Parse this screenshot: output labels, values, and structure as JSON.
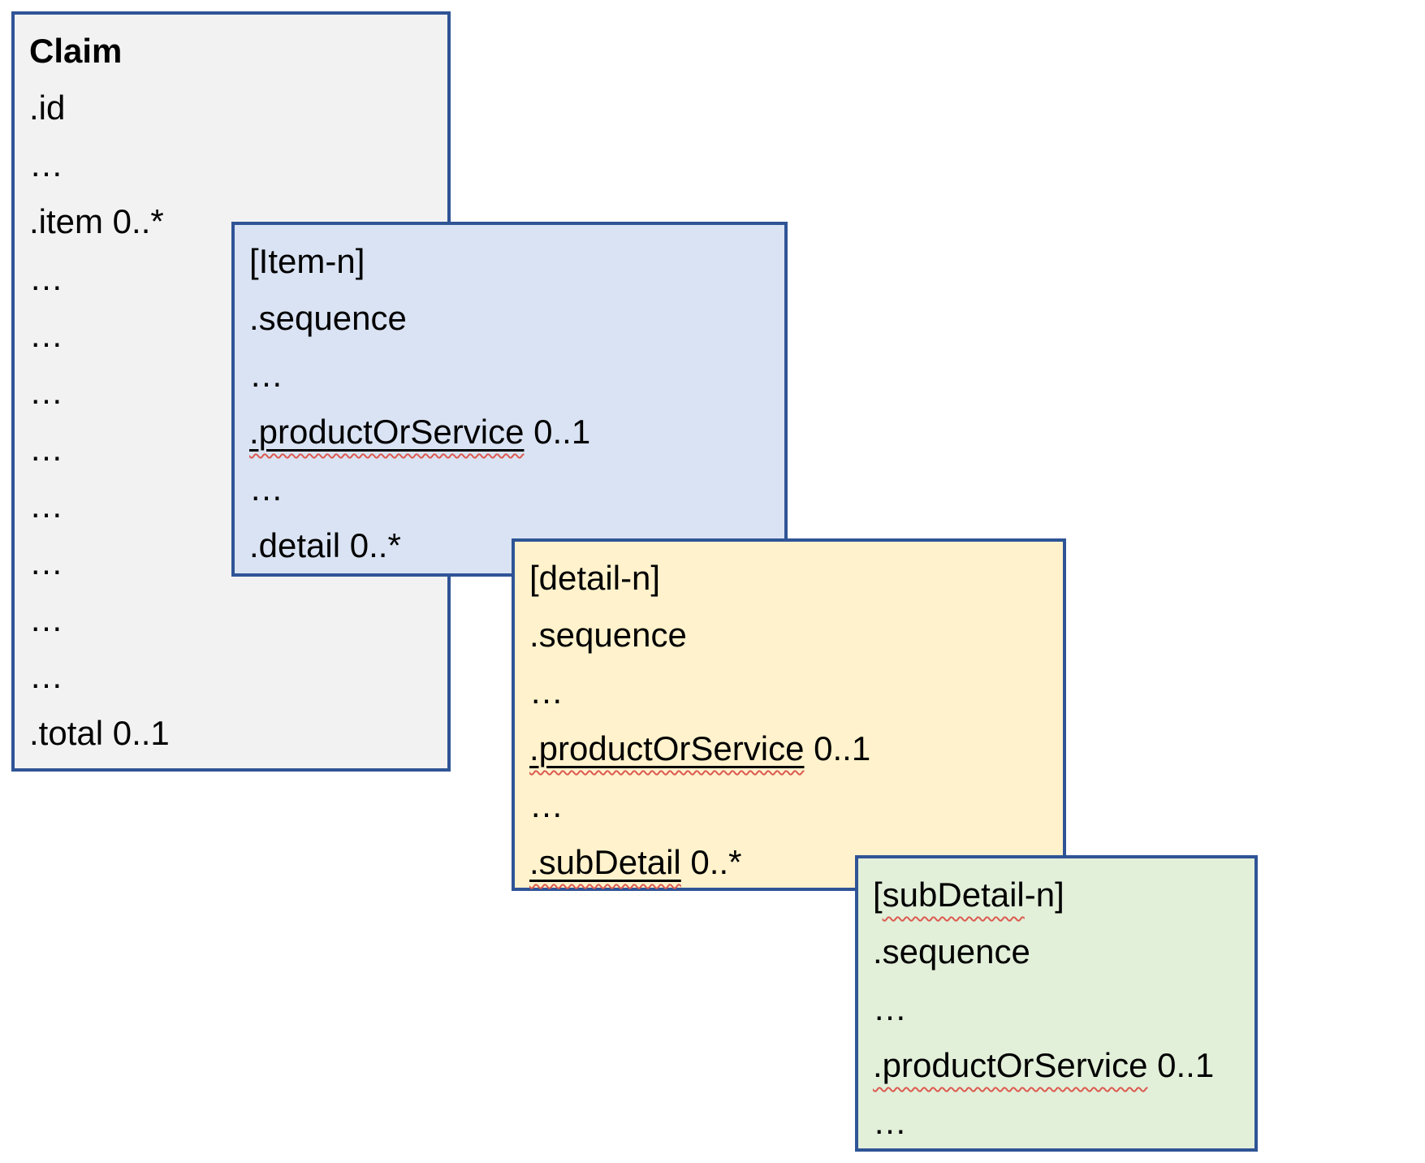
{
  "diagram": {
    "description_colors": {
      "border_color": "#2F5496",
      "squiggle_color": "#DC5A50",
      "underline_color": "#000000",
      "text_color": "#000000",
      "page_background": "#FFFFFF"
    },
    "boxes": [
      {
        "name": "claim-box",
        "title": "Claim",
        "fill": "#F2F2F2",
        "lines": [
          [
            {
              "t": "Claim",
              "style": "bold"
            }
          ],
          [
            {
              "t": ".id"
            }
          ],
          [
            {
              "t": "…"
            }
          ],
          [
            {
              "t": ".item 0..*"
            }
          ],
          [
            {
              "t": "…"
            }
          ],
          [
            {
              "t": "…"
            }
          ],
          [
            {
              "t": "…"
            }
          ],
          [
            {
              "t": "…"
            }
          ],
          [
            {
              "t": "…"
            }
          ],
          [
            {
              "t": "…"
            }
          ],
          [
            {
              "t": "…"
            }
          ],
          [
            {
              "t": "…"
            }
          ],
          [
            {
              "t": ".total 0..1"
            }
          ]
        ]
      },
      {
        "name": "item-box",
        "title": "[Item-n]",
        "fill": "#DAE3F3",
        "lines": [
          [
            {
              "t": "[Item-n]"
            }
          ],
          [
            {
              "t": ".sequence"
            }
          ],
          [
            {
              "t": "…"
            }
          ],
          [
            {
              "t": ".productOrService",
              "style": "underline-squiggle"
            },
            {
              "t": " 0..1"
            }
          ],
          [
            {
              "t": "…"
            }
          ],
          [
            {
              "t": ".detail 0..*"
            }
          ]
        ]
      },
      {
        "name": "detail-box",
        "title": "[detail-n]",
        "fill": "#FFF2CC",
        "lines": [
          [
            {
              "t": "[detail-n]"
            }
          ],
          [
            {
              "t": ".sequence"
            }
          ],
          [
            {
              "t": "…"
            }
          ],
          [
            {
              "t": ".productOrService",
              "style": "underline-squiggle"
            },
            {
              "t": " 0..1"
            }
          ],
          [
            {
              "t": "…"
            }
          ],
          [
            {
              "t": ".subDetail",
              "style": "underline-squiggle"
            },
            {
              "t": " 0..*"
            }
          ]
        ]
      },
      {
        "name": "subdetail-box",
        "title": "[subDetail-n]",
        "fill": "#E2EFD9",
        "lines": [
          [
            {
              "t": "["
            },
            {
              "t": "subDetail",
              "style": "squiggle"
            },
            {
              "t": "-n]"
            }
          ],
          [
            {
              "t": ".sequence"
            }
          ],
          [
            {
              "t": "…"
            }
          ],
          [
            {
              "t": ".productOrService",
              "style": "squiggle"
            },
            {
              "t": " 0..1"
            }
          ],
          [
            {
              "t": "…"
            }
          ]
        ]
      }
    ]
  }
}
